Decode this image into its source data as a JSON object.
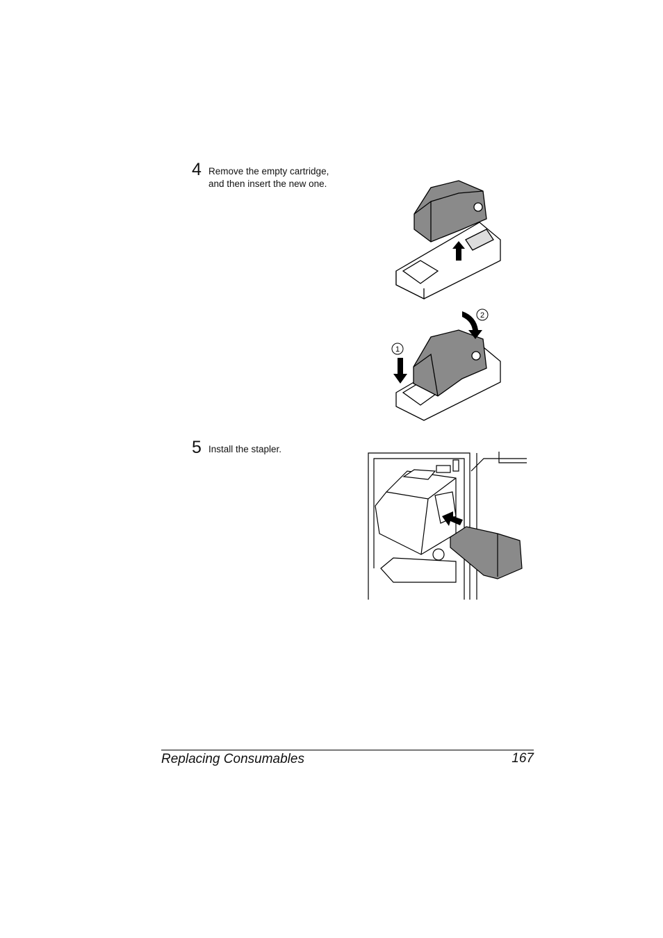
{
  "steps": [
    {
      "number": "4",
      "text": "Remove the empty cartridge,\nand then insert the new one."
    },
    {
      "number": "5",
      "text": "Install the stapler."
    }
  ],
  "callouts": {
    "one": "1",
    "two": "2"
  },
  "footer": {
    "section_title": "Replacing Consumables",
    "page_number": "167"
  }
}
